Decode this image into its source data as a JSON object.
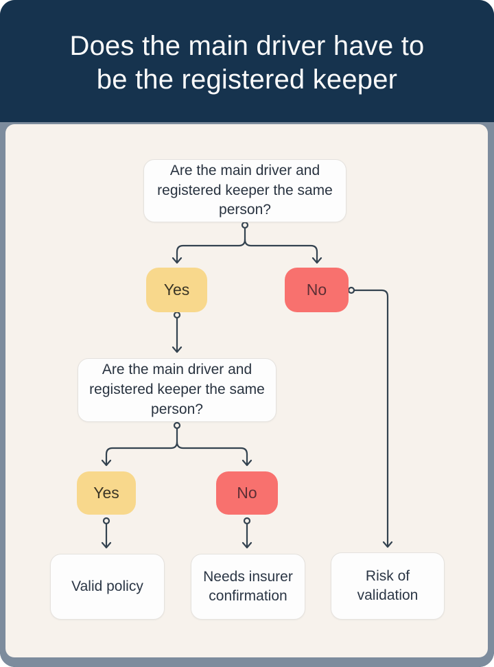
{
  "header": {
    "title_line1": "Does the main driver have to",
    "title_line2": "be the registered keeper"
  },
  "flowchart": {
    "question1": "Are the main driver and registered keeper the same person?",
    "yes1": "Yes",
    "no1": "No",
    "question2": "Are the main driver and registered keeper the same person?",
    "yes2": "Yes",
    "no2": "No",
    "outcome_valid": "Valid policy",
    "outcome_insurer": "Needs insurer confirmation",
    "outcome_risk": "Risk of validation"
  },
  "colors": {
    "header_navy": "#16334e",
    "panel_cream": "#f7f2ec",
    "frame_slate": "#7d8c9d",
    "yes_yellow": "#f8d88c",
    "no_red": "#f8716e",
    "node_white": "#fdfdfd",
    "connector_line": "#33424f"
  }
}
